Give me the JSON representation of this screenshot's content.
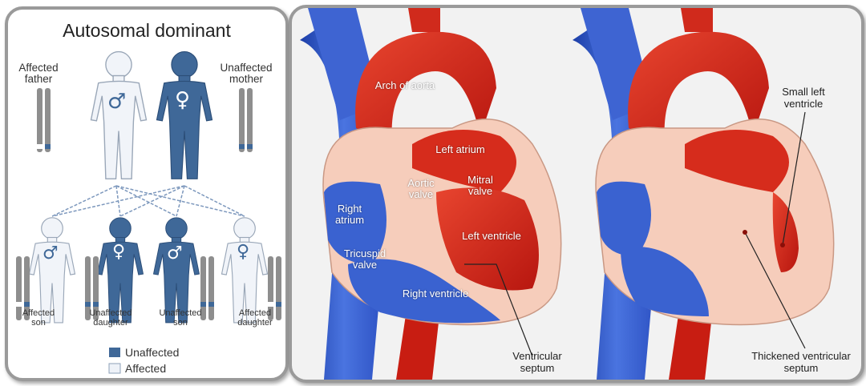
{
  "inheritance": {
    "title": "Autosomal dominant",
    "parents": {
      "father_label": "Affected father",
      "mother_label": "Unaffected mother"
    },
    "children": [
      {
        "label": "Affected son"
      },
      {
        "label": "Unaffected daughter"
      },
      {
        "label": "Unaffected son"
      },
      {
        "label": "Affected daughter"
      }
    ],
    "legend": {
      "unaffected": "Unaffected",
      "affected": "Affected",
      "unaffected_color": "#3f6898",
      "affected_color": "#eef2f8"
    },
    "symbols": {
      "male": "♂",
      "female": "♀"
    }
  },
  "heart_normal": {
    "labels": {
      "arch_of_aorta": "Arch of aorta",
      "left_atrium": "Left atrium",
      "aortic_valve": "Aortic valve",
      "mitral_valve": "Mitral valve",
      "right_atrium": "Right atrium",
      "left_ventricle": "Left ventricle",
      "tricuspid_valve": "Tricuspid valve",
      "right_ventricle": "Right ventricle",
      "ventricular_septum": "Ventricular septum"
    }
  },
  "heart_hcm": {
    "labels": {
      "small_left_ventricle": "Small left ventricle",
      "thickened_septum": "Thickened ventricular septum"
    }
  },
  "colors": {
    "artery_red": "#d8281c",
    "vein_blue": "#2e55c4",
    "septum_pink": "#f5c9b8"
  }
}
